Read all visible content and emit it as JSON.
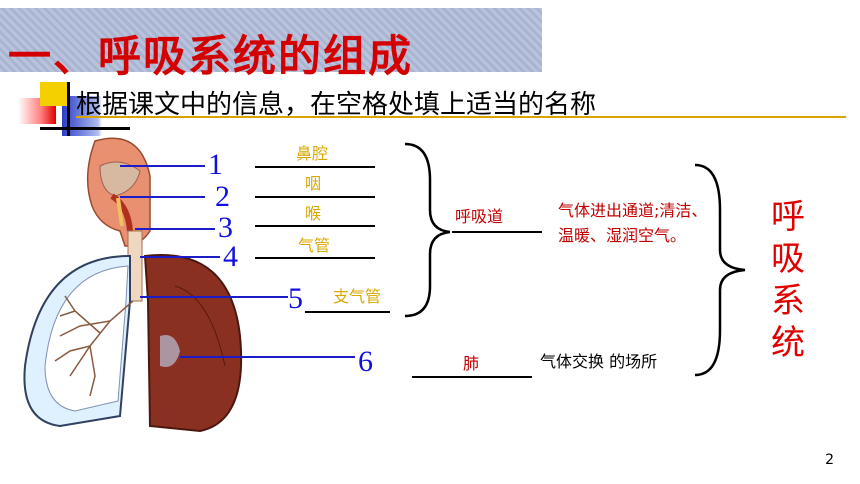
{
  "slide": {
    "title": "一、呼吸系统的组成",
    "subtitle": "根据课文中的信息，在空格处填上适当的名称",
    "page_number": "2",
    "colors": {
      "title": "#d40000",
      "numbers": "#1010e0",
      "answers": "#d8a800",
      "functions": "#c00000"
    }
  },
  "diagram": {
    "numbers": [
      "1",
      "2",
      "3",
      "4",
      "5",
      "6"
    ],
    "organs": [
      "鼻腔",
      "咽",
      "喉",
      "气管",
      "支气管"
    ],
    "lung_label": "肺",
    "lung_function": "气体交换  的场所",
    "tract_label": "呼吸道",
    "tract_function": "气体进出通道;清洁、温暖、湿润空气。",
    "system_label": "呼吸系统"
  }
}
